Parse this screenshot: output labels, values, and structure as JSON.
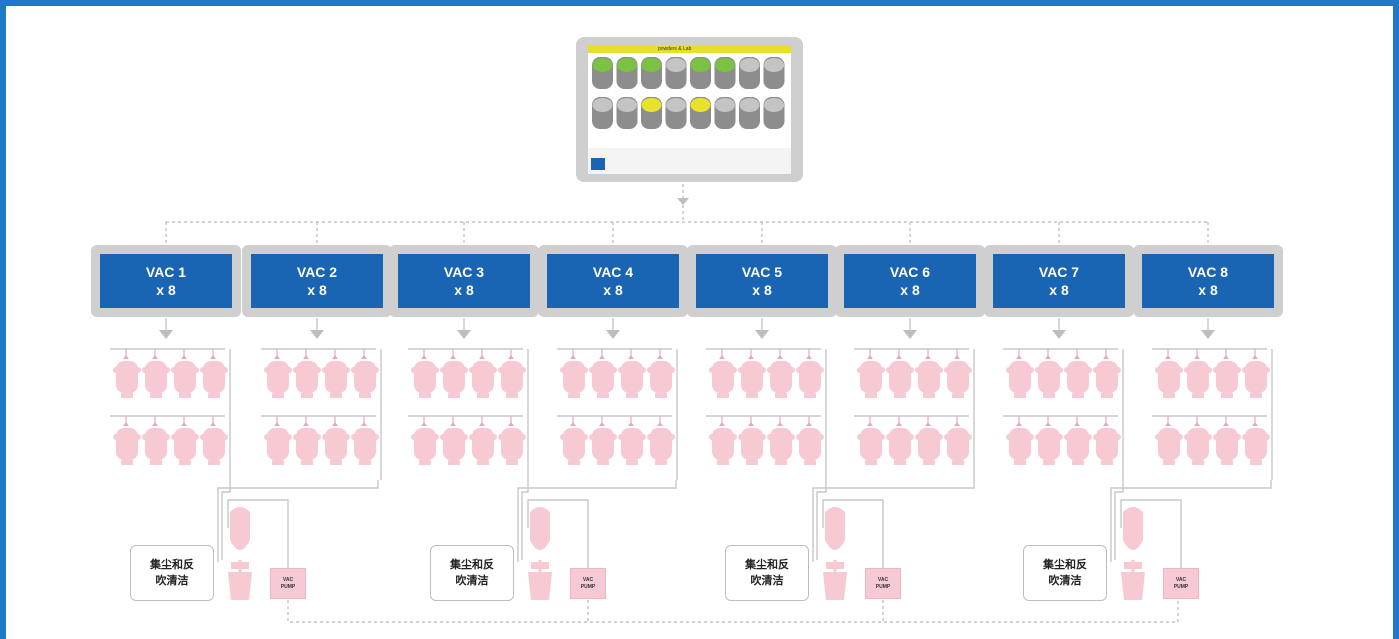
{
  "vacuum_units": [
    {
      "name": "VAC 1",
      "count": "x 8"
    },
    {
      "name": "VAC 2",
      "count": "x 8"
    },
    {
      "name": "VAC 3",
      "count": "x 8"
    },
    {
      "name": "VAC 4",
      "count": "x 8"
    },
    {
      "name": "VAC 5",
      "count": "x 8"
    },
    {
      "name": "VAC 6",
      "count": "x 8"
    },
    {
      "name": "VAC 7",
      "count": "x 8"
    },
    {
      "name": "VAC 8",
      "count": "x 8"
    }
  ],
  "dust_collection_label": [
    "集尘和反吹清洁",
    "集尘和反吹清洁",
    "集尘和反吹清洁",
    "集尘和反吹清洁"
  ],
  "pump_label": "VAC PUMP",
  "screen_header_text": "powders & Lab",
  "colors": {
    "frame": "#1f78c8",
    "vac_box": "#1a64b4",
    "hopper": "#f6c9d3",
    "connector": "#c8c8c8",
    "screen_green": "#7cc242",
    "screen_yellow": "#e8e22a",
    "screen_grey": "#c4c4c4"
  },
  "screen_hopper_states": [
    [
      "green",
      "green",
      "green",
      "grey",
      "green",
      "green",
      "grey",
      "grey"
    ],
    [
      "grey",
      "grey",
      "yellow",
      "grey",
      "yellow",
      "grey",
      "grey",
      "grey"
    ]
  ]
}
